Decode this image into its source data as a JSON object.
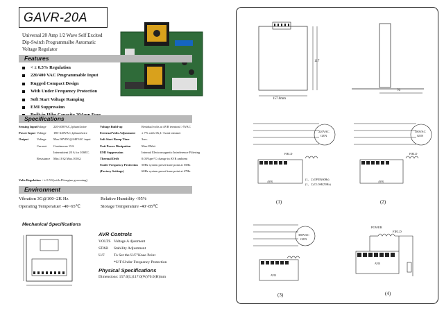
{
  "title": "GAVR-20A",
  "subtitle": [
    "Universal  20 Amp 1/2 Wave Self Excited",
    "Dip-Switch Programmalbe Automatic",
    "Voltage Regulator"
  ],
  "features": {
    "heading": "Features",
    "items": [
      "< ± 0.5% Regulation",
      "220/400 VAC Pmgrammable Input",
      "Rugged Compact Design",
      "With Under Frequency Protection",
      "Soft Start Voltage Ramping",
      "EMI Suppression",
      "Built-in Hihg Capacity 20Amp Fuse"
    ]
  },
  "specifications": {
    "heading": "Specifications",
    "left": [
      {
        "label": "Sensing Input",
        "key": "Voltage",
        "value": "220-400VAC,1phase2wire"
      },
      {
        "label": "Power Input",
        "key": "Voltage",
        "value": "180~240VAC,1phase2wire"
      },
      {
        "label": "Output",
        "key": "Voltage",
        "value": "Max.90VDC@240VAC input"
      },
      {
        "label": "",
        "key": "Current:",
        "value": "Continuous 15A"
      },
      {
        "label": "",
        "key": "",
        "value": "Intermittent 20 A for 10SEC."
      },
      {
        "label": "",
        "key": "Resistance",
        "value": "Min.10 Ω Max.100 Ω"
      }
    ],
    "right": [
      {
        "label": "Voltage Build-up",
        "value": "Residual volts at AVR terminal >5VAC"
      },
      {
        "label": "External Volts Adjustment",
        "value": "± 7% with 1K,1/ 3watt trimmer"
      },
      {
        "label": "Soft Start Ramp Time",
        "value": "3sec."
      },
      {
        "label": "Unit Power Dissipation",
        "value": "Max.8Watt"
      },
      {
        "label": "EMI Suppression",
        "value": "Internal Electromagnetic Interference Filtering"
      },
      {
        "label": "Thermal Drift",
        "value": "0.03%per°C change in AVR ambient"
      },
      {
        "label": "Under Frequency Protection",
        "value": "50Hz system preset knee point at 55Hz"
      },
      {
        "label": "(Factory Settings)",
        "value": "60Hz system preset knee point at 47Hz"
      }
    ],
    "regulation_label": "Volts  Regulation",
    "regulation_value": "< ± 0.5%(with 4%engine governing)"
  },
  "environment": {
    "heading": "Environment",
    "vibration": "Vibration 3G@100~2K Hz",
    "operating_temp": "Operating Temperatuer -40~65℃",
    "humidity": "Relative Humidity <95%",
    "storage_temp": "Storage Temperature -40~85℃"
  },
  "mechanical": {
    "heading": "Mechanical Specifications"
  },
  "avr_controls": {
    "heading": "AVR Controls",
    "rows": [
      {
        "key": "VOLTS",
        "value": "Voltage A djustment"
      },
      {
        "key": "STAB",
        "value": "Stability Adjustment"
      },
      {
        "key": "U/F",
        "value": "To Set the U/F\"Knee Point"
      },
      {
        "key": "",
        "value": "*U/F:Under Frequency Protection"
      }
    ]
  },
  "physical": {
    "heading": "Physical Specifications",
    "dimensions": "Dimensions: 157.0(L)117.0(W)70.0(H)mm"
  },
  "diagrams": {
    "top_left_dim_width": "157.0mm",
    "top_left_dim_height": "117",
    "top_right_dim": "70",
    "d1_caption": "(1)",
    "d2_caption": "(2)",
    "d3_caption": "(3)",
    "d4_caption": "(4)",
    "gen_220": "220VAC",
    "gen_380": "380VAC",
    "gen": "GEN",
    "field": "FIELD",
    "power": "POWER",
    "avr": "AVR",
    "note1": "(1、 2)  OPEN(60Hz)",
    "note2": "(1、 2)  CLOSE(50Hz)"
  }
}
